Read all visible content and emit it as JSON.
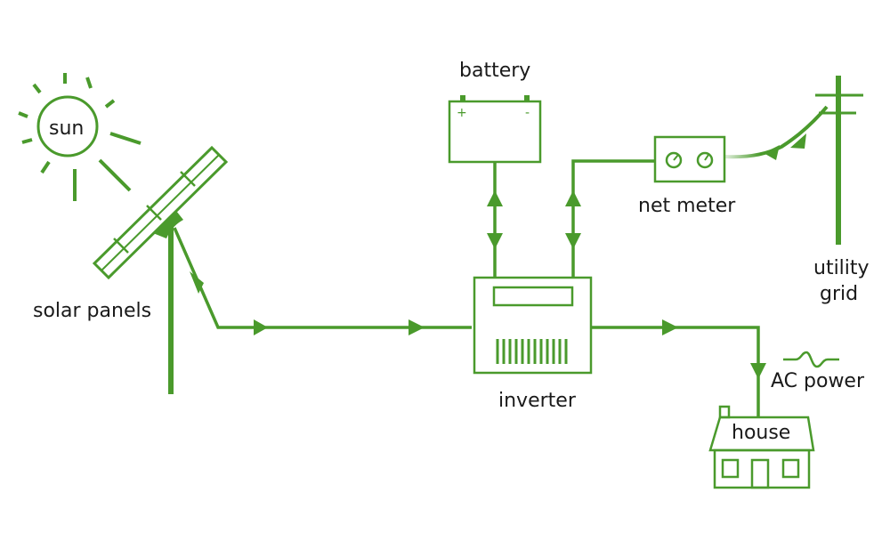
{
  "colors": {
    "line": "#4a9a2c",
    "text": "#1a1a1a",
    "background": "#ffffff"
  },
  "labels": {
    "sun": "sun",
    "solar_panels": "solar panels",
    "battery": "battery",
    "battery_plus": "+",
    "battery_minus": "-",
    "inverter": "inverter",
    "net_meter": "net meter",
    "utility": "utility",
    "grid": "grid",
    "ac_power": "AC power",
    "house": "house"
  }
}
